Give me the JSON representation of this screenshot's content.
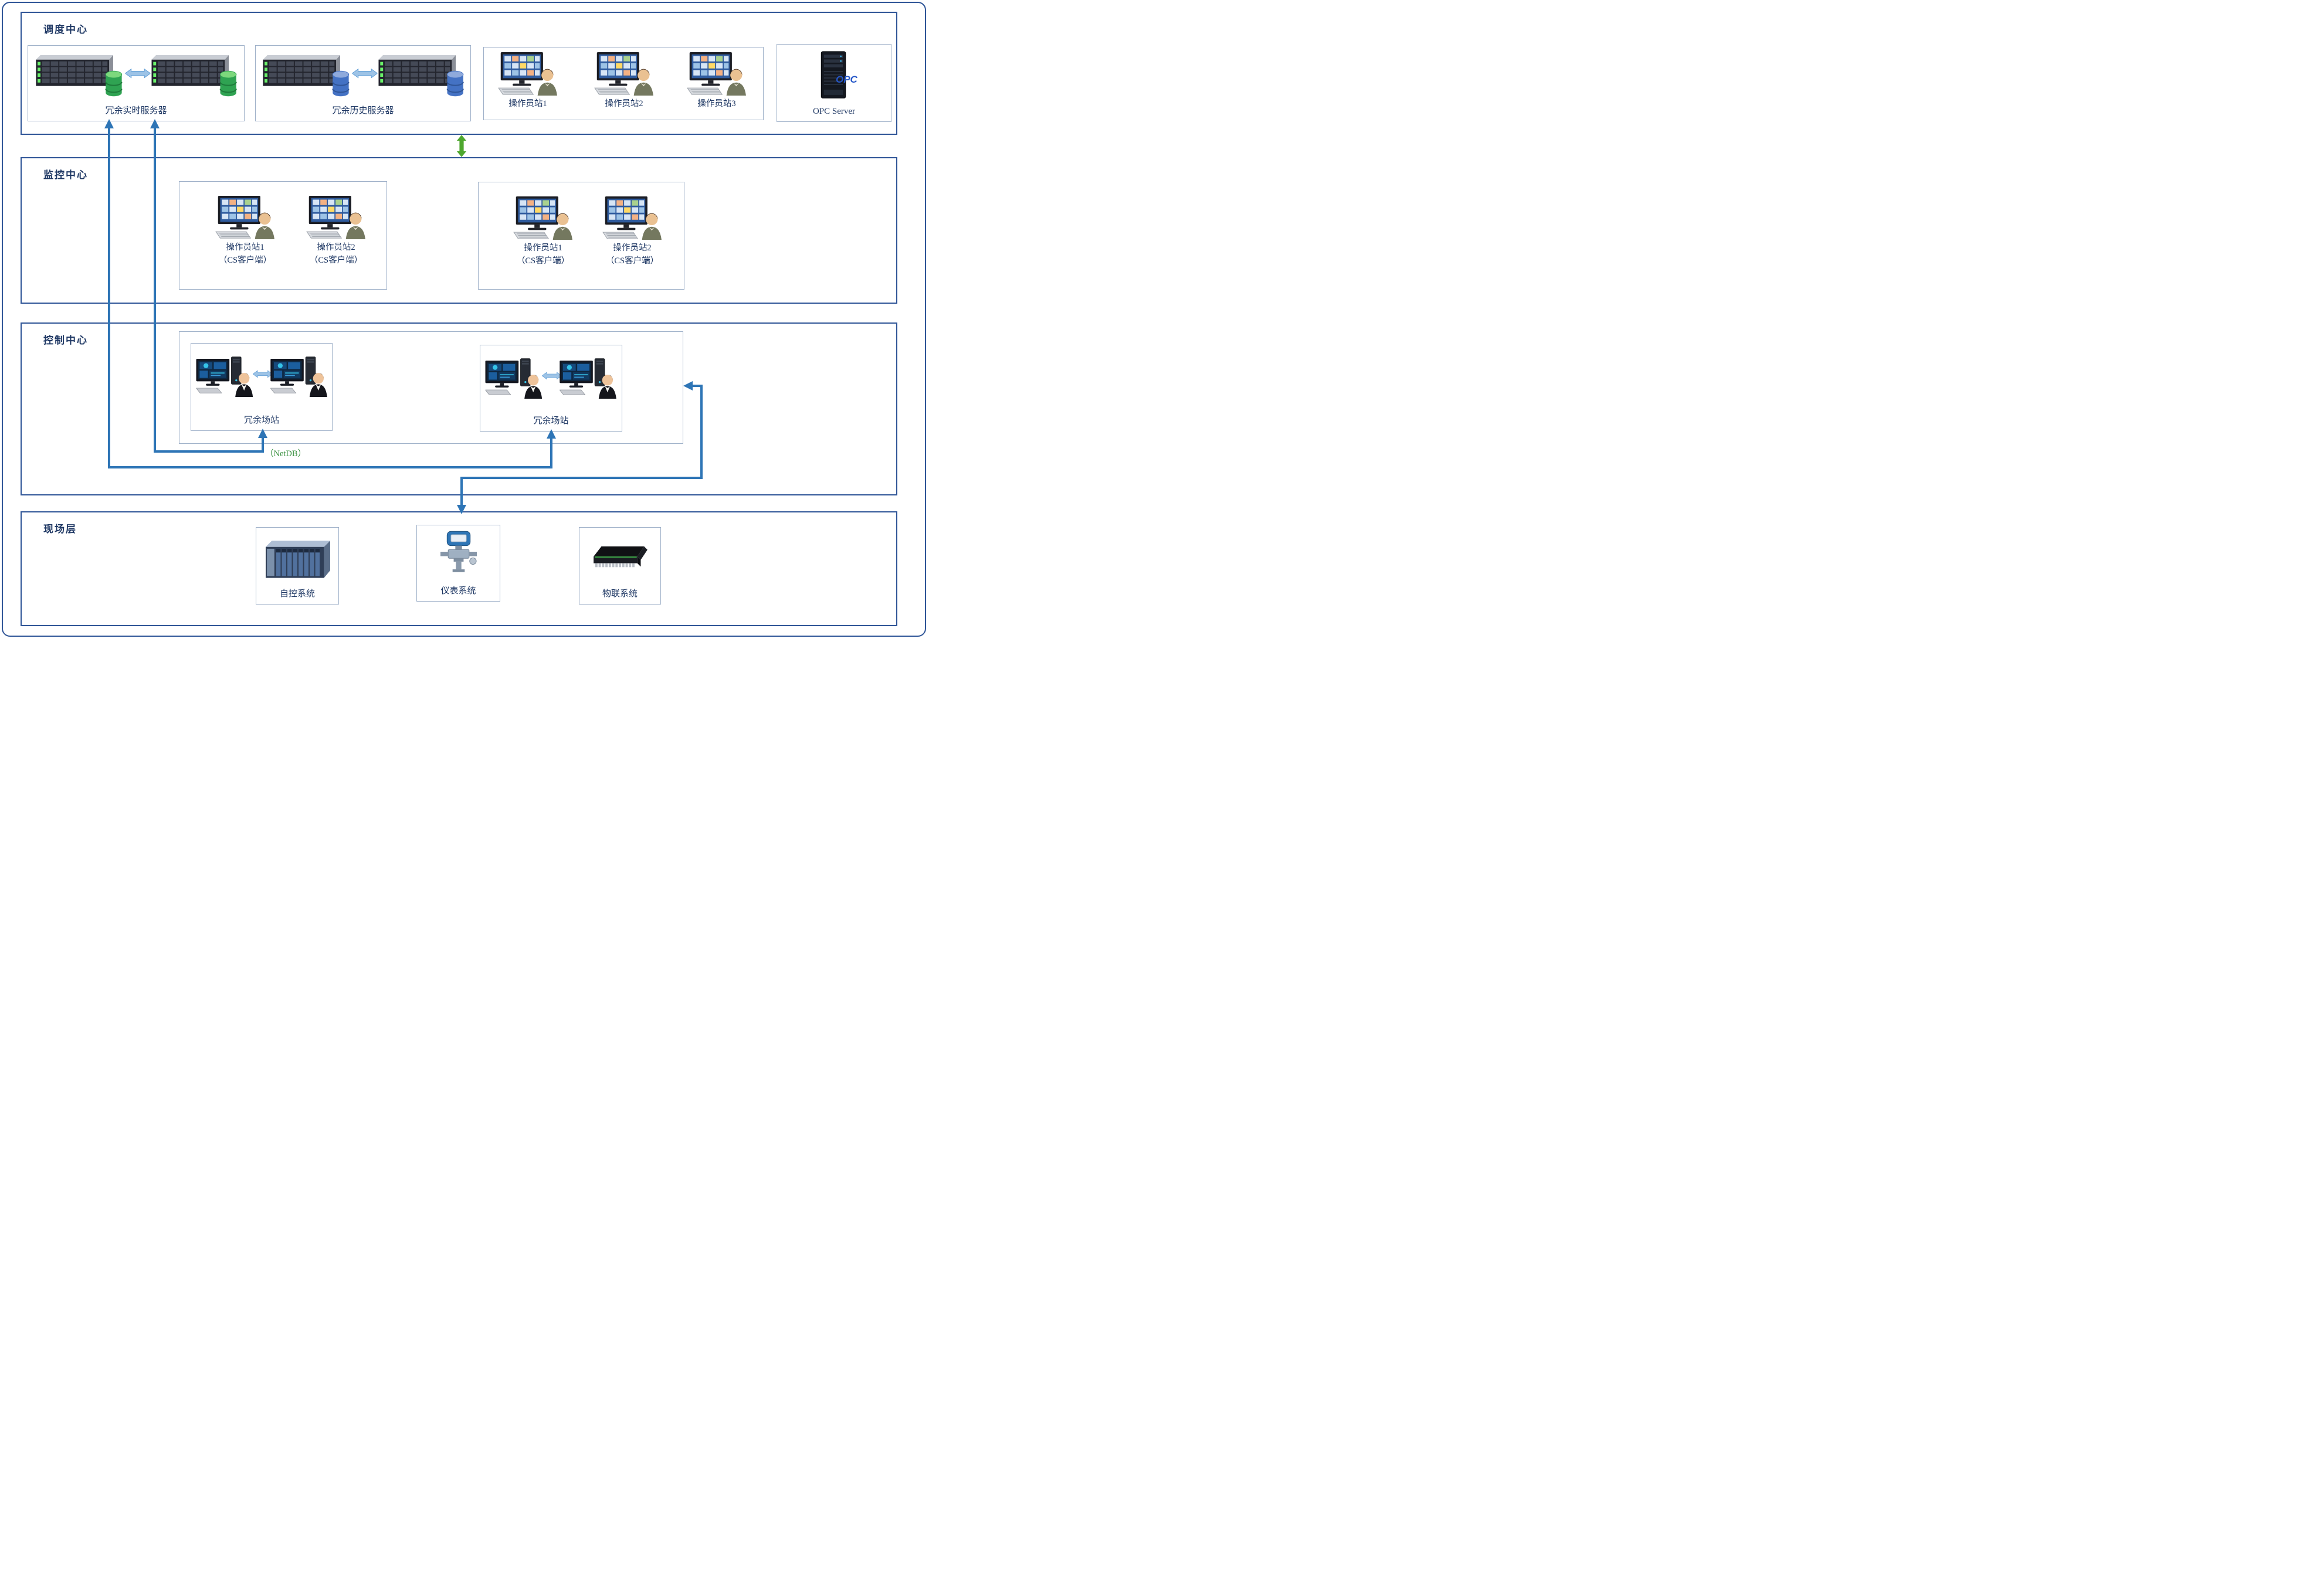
{
  "colors": {
    "outer_border": "#2f5597",
    "section_border": "#2f5597",
    "box_border": "#9fb1c9",
    "label_text": "#1f3864",
    "arrow_blue": "#2e75b6",
    "arrow_green": "#4ea72e",
    "netdb_green": "#3a9140",
    "opc_text": "#2456c8"
  },
  "dispatch": {
    "title": "调度中心",
    "realtime_server_label": "冗余实时服务器",
    "history_server_label": "冗余历史服务器",
    "operator_stations": [
      {
        "label": "操作员站1"
      },
      {
        "label": "操作员站2"
      },
      {
        "label": "操作员站3"
      }
    ],
    "opc": {
      "badge": "OPC",
      "label": "OPC Server"
    }
  },
  "monitoring": {
    "title": "监控中心",
    "groups": [
      {
        "stations": [
          {
            "label": "操作员站1",
            "sublabel": "（CS客户端）"
          },
          {
            "label": "操作员站2",
            "sublabel": "（CS客户端）"
          }
        ]
      },
      {
        "stations": [
          {
            "label": "操作员站1",
            "sublabel": "（CS客户端）"
          },
          {
            "label": "操作员站2",
            "sublabel": "（CS客户端）"
          }
        ]
      }
    ]
  },
  "control": {
    "title": "控制中心",
    "field_stations": [
      {
        "label": "冗余场站"
      },
      {
        "label": "冗余场站"
      }
    ],
    "netdb_label": "（NetDB）"
  },
  "field": {
    "title": "现场层",
    "systems": [
      {
        "label": "自控系统"
      },
      {
        "label": "仪表系统"
      },
      {
        "label": "物联系统"
      }
    ]
  }
}
